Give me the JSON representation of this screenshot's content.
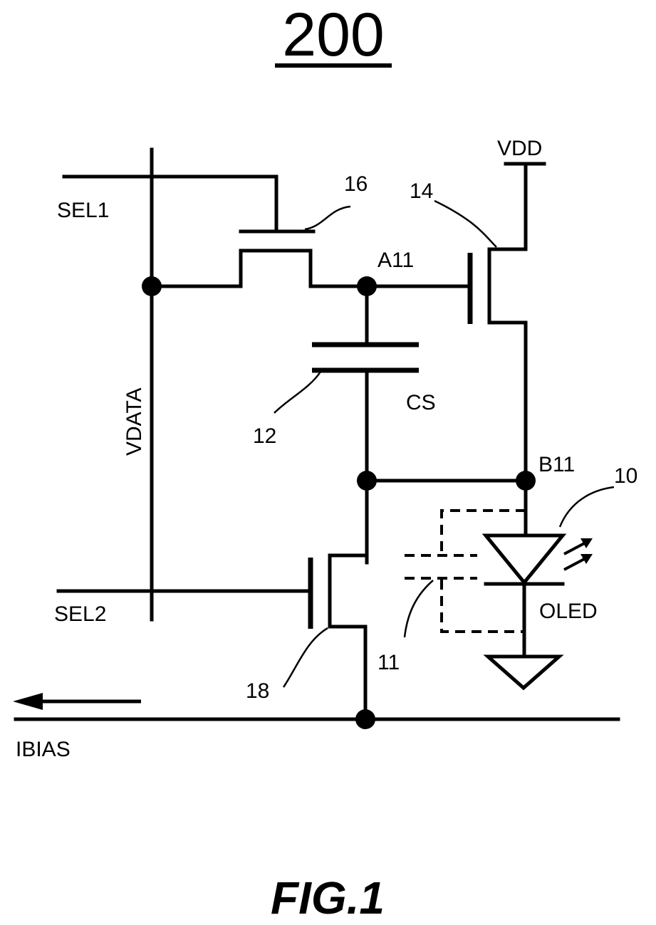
{
  "title": "200",
  "figure_label": "FIG.1",
  "labels": {
    "sel1": "SEL1",
    "sel2": "SEL2",
    "vdata": "VDATA",
    "vdd": "VDD",
    "a11": "A11",
    "b11": "B11",
    "cs": "CS",
    "oled": "OLED",
    "ibias": "IBIAS"
  },
  "refs": {
    "r16": "16",
    "r14": "14",
    "r12": "12",
    "r10": "10",
    "r11": "11",
    "r18": "18"
  }
}
